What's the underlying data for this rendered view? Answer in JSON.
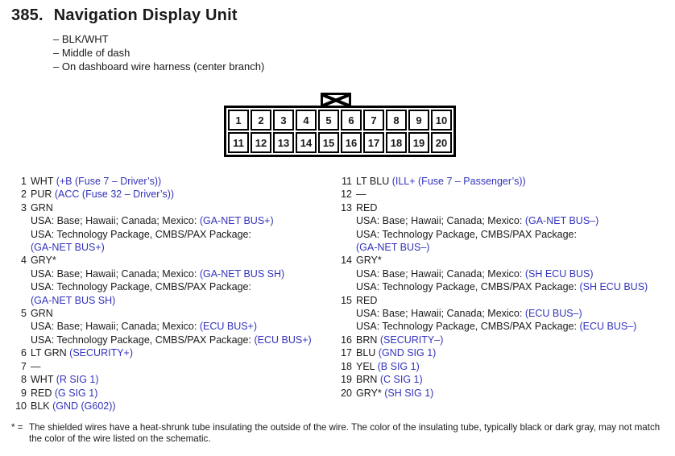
{
  "colors": {
    "blue": "#3333bb",
    "text": "#1a1a1a"
  },
  "header": {
    "number": "385.",
    "title": "Navigation Display Unit",
    "bullets": [
      "– BLK/WHT",
      "– Middle of dash",
      "– On dashboard wire harness (center branch)"
    ]
  },
  "connector": {
    "key_icon": "keyway-cross",
    "rows": [
      [
        "1",
        "2",
        "3",
        "4",
        "5",
        "6",
        "7",
        "8",
        "9",
        "10"
      ],
      [
        "11",
        "12",
        "13",
        "14",
        "15",
        "16",
        "17",
        "18",
        "19",
        "20"
      ]
    ]
  },
  "pins_left": [
    {
      "num": "1",
      "lines": [
        [
          {
            "t": "WHT ",
            "c": "k"
          },
          {
            "t": "(+B (Fuse 7 – Driver’s))",
            "c": "b"
          }
        ]
      ]
    },
    {
      "num": "2",
      "lines": [
        [
          {
            "t": "PUR ",
            "c": "k"
          },
          {
            "t": "(ACC (Fuse 32 – Driver’s))",
            "c": "b"
          }
        ]
      ]
    },
    {
      "num": "3",
      "lines": [
        [
          {
            "t": "GRN",
            "c": "k"
          }
        ],
        [
          {
            "t": "USA: Base; Hawaii; Canada; Mexico: ",
            "c": "k"
          },
          {
            "t": "(GA-NET BUS+)",
            "c": "b"
          }
        ],
        [
          {
            "t": "USA: Technology Package, CMBS/PAX Package:",
            "c": "k"
          }
        ],
        [
          {
            "t": "(GA-NET BUS+)",
            "c": "b"
          }
        ]
      ]
    },
    {
      "num": "4",
      "lines": [
        [
          {
            "t": "GRY*",
            "c": "k"
          }
        ],
        [
          {
            "t": "USA: Base; Hawaii; Canada; Mexico: ",
            "c": "k"
          },
          {
            "t": "(GA-NET BUS SH)",
            "c": "b"
          }
        ],
        [
          {
            "t": "USA: Technology Package, CMBS/PAX Package:",
            "c": "k"
          }
        ],
        [
          {
            "t": "(GA-NET BUS SH)",
            "c": "b"
          }
        ]
      ]
    },
    {
      "num": "5",
      "lines": [
        [
          {
            "t": "GRN",
            "c": "k"
          }
        ],
        [
          {
            "t": "USA: Base; Hawaii; Canada; Mexico: ",
            "c": "k"
          },
          {
            "t": "(ECU BUS+)",
            "c": "b"
          }
        ],
        [
          {
            "t": "USA: Technology Package, CMBS/PAX Package: ",
            "c": "k"
          },
          {
            "t": "(ECU BUS+)",
            "c": "b"
          }
        ]
      ]
    },
    {
      "num": "6",
      "lines": [
        [
          {
            "t": "LT GRN ",
            "c": "k"
          },
          {
            "t": "(SECURITY+)",
            "c": "b"
          }
        ]
      ]
    },
    {
      "num": "7",
      "lines": [
        [
          {
            "t": "—",
            "c": "k"
          }
        ]
      ]
    },
    {
      "num": "8",
      "lines": [
        [
          {
            "t": "WHT ",
            "c": "k"
          },
          {
            "t": "(R SIG 1)",
            "c": "b"
          }
        ]
      ]
    },
    {
      "num": "9",
      "lines": [
        [
          {
            "t": "RED ",
            "c": "k"
          },
          {
            "t": "(G SIG 1)",
            "c": "b"
          }
        ]
      ]
    },
    {
      "num": "10",
      "lines": [
        [
          {
            "t": "BLK ",
            "c": "k"
          },
          {
            "t": "(GND (G602))",
            "c": "b"
          }
        ]
      ]
    }
  ],
  "pins_right": [
    {
      "num": "11",
      "lines": [
        [
          {
            "t": "LT BLU ",
            "c": "k"
          },
          {
            "t": "(ILL+ (Fuse 7 – Passenger’s))",
            "c": "b"
          }
        ]
      ]
    },
    {
      "num": "12",
      "lines": [
        [
          {
            "t": "—",
            "c": "k"
          }
        ]
      ]
    },
    {
      "num": "13",
      "lines": [
        [
          {
            "t": "RED",
            "c": "k"
          }
        ],
        [
          {
            "t": "USA: Base; Hawaii; Canada; Mexico: ",
            "c": "k"
          },
          {
            "t": "(GA-NET BUS–)",
            "c": "b"
          }
        ],
        [
          {
            "t": "USA: Technology Package, CMBS/PAX Package:",
            "c": "k"
          }
        ],
        [
          {
            "t": "(GA-NET BUS–)",
            "c": "b"
          }
        ]
      ]
    },
    {
      "num": "14",
      "lines": [
        [
          {
            "t": "GRY*",
            "c": "k"
          }
        ],
        [
          {
            "t": "USA: Base; Hawaii; Canada; Mexico: ",
            "c": "k"
          },
          {
            "t": "(SH ECU BUS)",
            "c": "b"
          }
        ],
        [
          {
            "t": "USA: Technology Package, CMBS/PAX Package: ",
            "c": "k"
          },
          {
            "t": "(SH ECU BUS)",
            "c": "b"
          }
        ]
      ]
    },
    {
      "num": "15",
      "lines": [
        [
          {
            "t": "RED",
            "c": "k"
          }
        ],
        [
          {
            "t": "USA: Base; Hawaii; Canada; Mexico: ",
            "c": "k"
          },
          {
            "t": "(ECU BUS–)",
            "c": "b"
          }
        ],
        [
          {
            "t": "USA: Technology Package, CMBS/PAX Package: ",
            "c": "k"
          },
          {
            "t": "(ECU BUS–)",
            "c": "b"
          }
        ]
      ]
    },
    {
      "num": "16",
      "lines": [
        [
          {
            "t": "BRN ",
            "c": "k"
          },
          {
            "t": "(SECURITY–)",
            "c": "b"
          }
        ]
      ]
    },
    {
      "num": "17",
      "lines": [
        [
          {
            "t": "BLU ",
            "c": "k"
          },
          {
            "t": "(GND SIG 1)",
            "c": "b"
          }
        ]
      ]
    },
    {
      "num": "18",
      "lines": [
        [
          {
            "t": "YEL ",
            "c": "k"
          },
          {
            "t": "(B SIG 1)",
            "c": "b"
          }
        ]
      ]
    },
    {
      "num": "19",
      "lines": [
        [
          {
            "t": "BRN ",
            "c": "k"
          },
          {
            "t": "(C SIG 1)",
            "c": "b"
          }
        ]
      ]
    },
    {
      "num": "20",
      "lines": [
        [
          {
            "t": "GRY* ",
            "c": "k"
          },
          {
            "t": "(SH SIG 1)",
            "c": "b"
          }
        ]
      ]
    }
  ],
  "footnote": {
    "marker": "* =",
    "text": "The shielded wires have a heat-shrunk tube insulating the outside of the wire. The color of the insulating tube, typically black or dark gray, may not match the color of the wire listed on the schematic."
  }
}
